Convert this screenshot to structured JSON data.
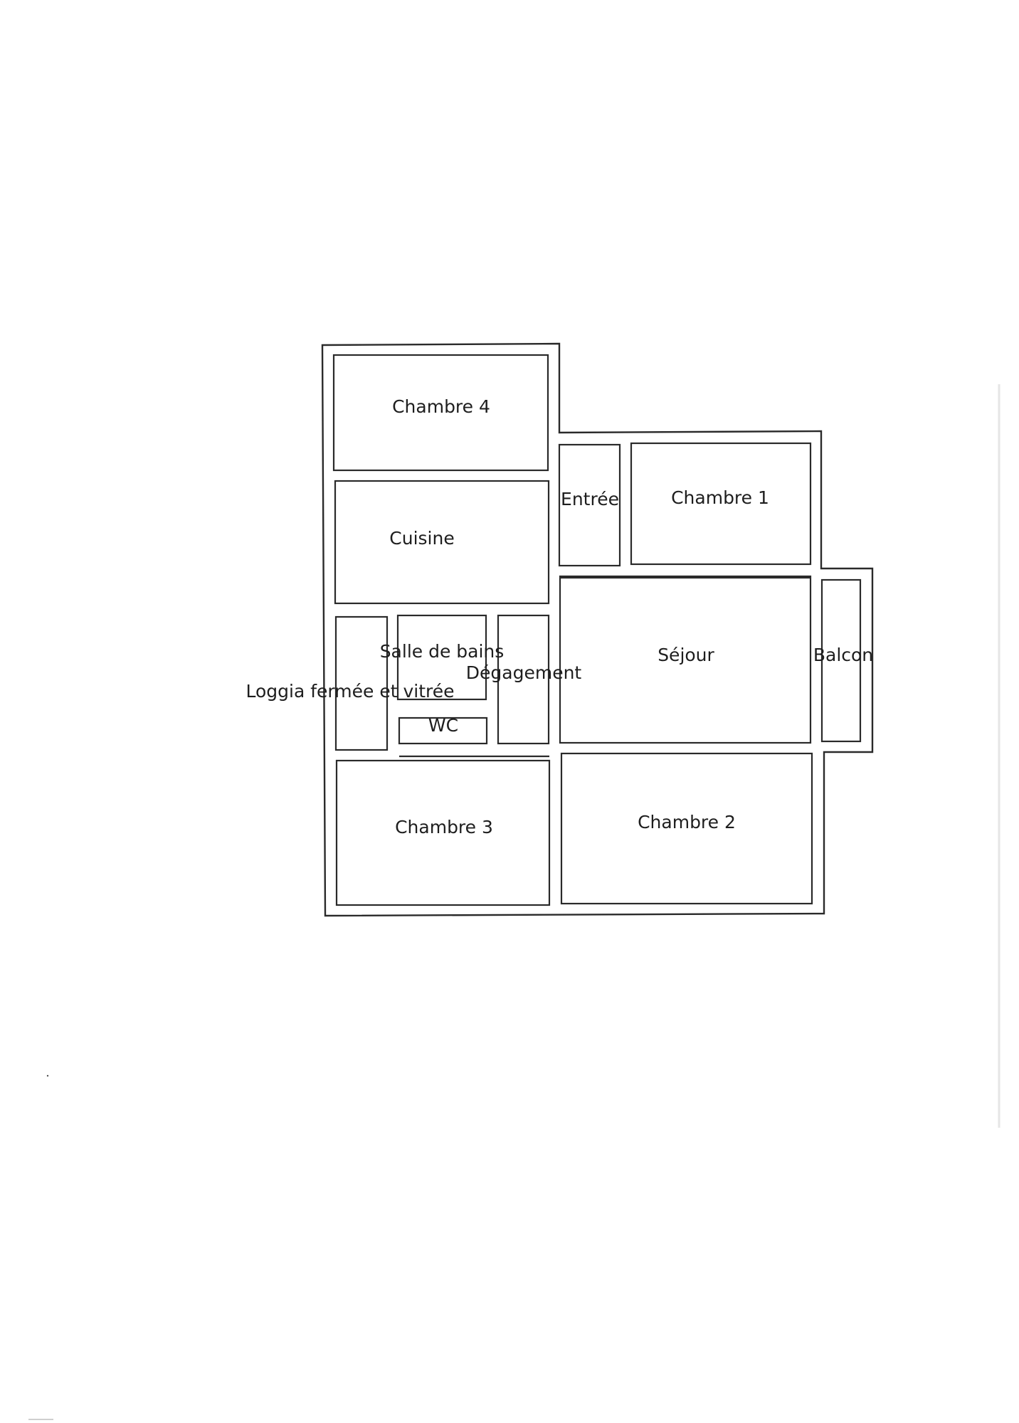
{
  "plan": {
    "rooms": {
      "chambre4": "Chambre 4",
      "entree": "Entrée",
      "chambre1": "Chambre 1",
      "cuisine": "Cuisine",
      "salle_de_bains": "Salle de bains",
      "degagement": "Dégagement",
      "sejour": "Séjour",
      "balcon": "Balcon",
      "loggia": "Loggia fermée et vitrée",
      "wc": "WC",
      "chambre3": "Chambre 3",
      "chambre2": "Chambre 2"
    }
  }
}
